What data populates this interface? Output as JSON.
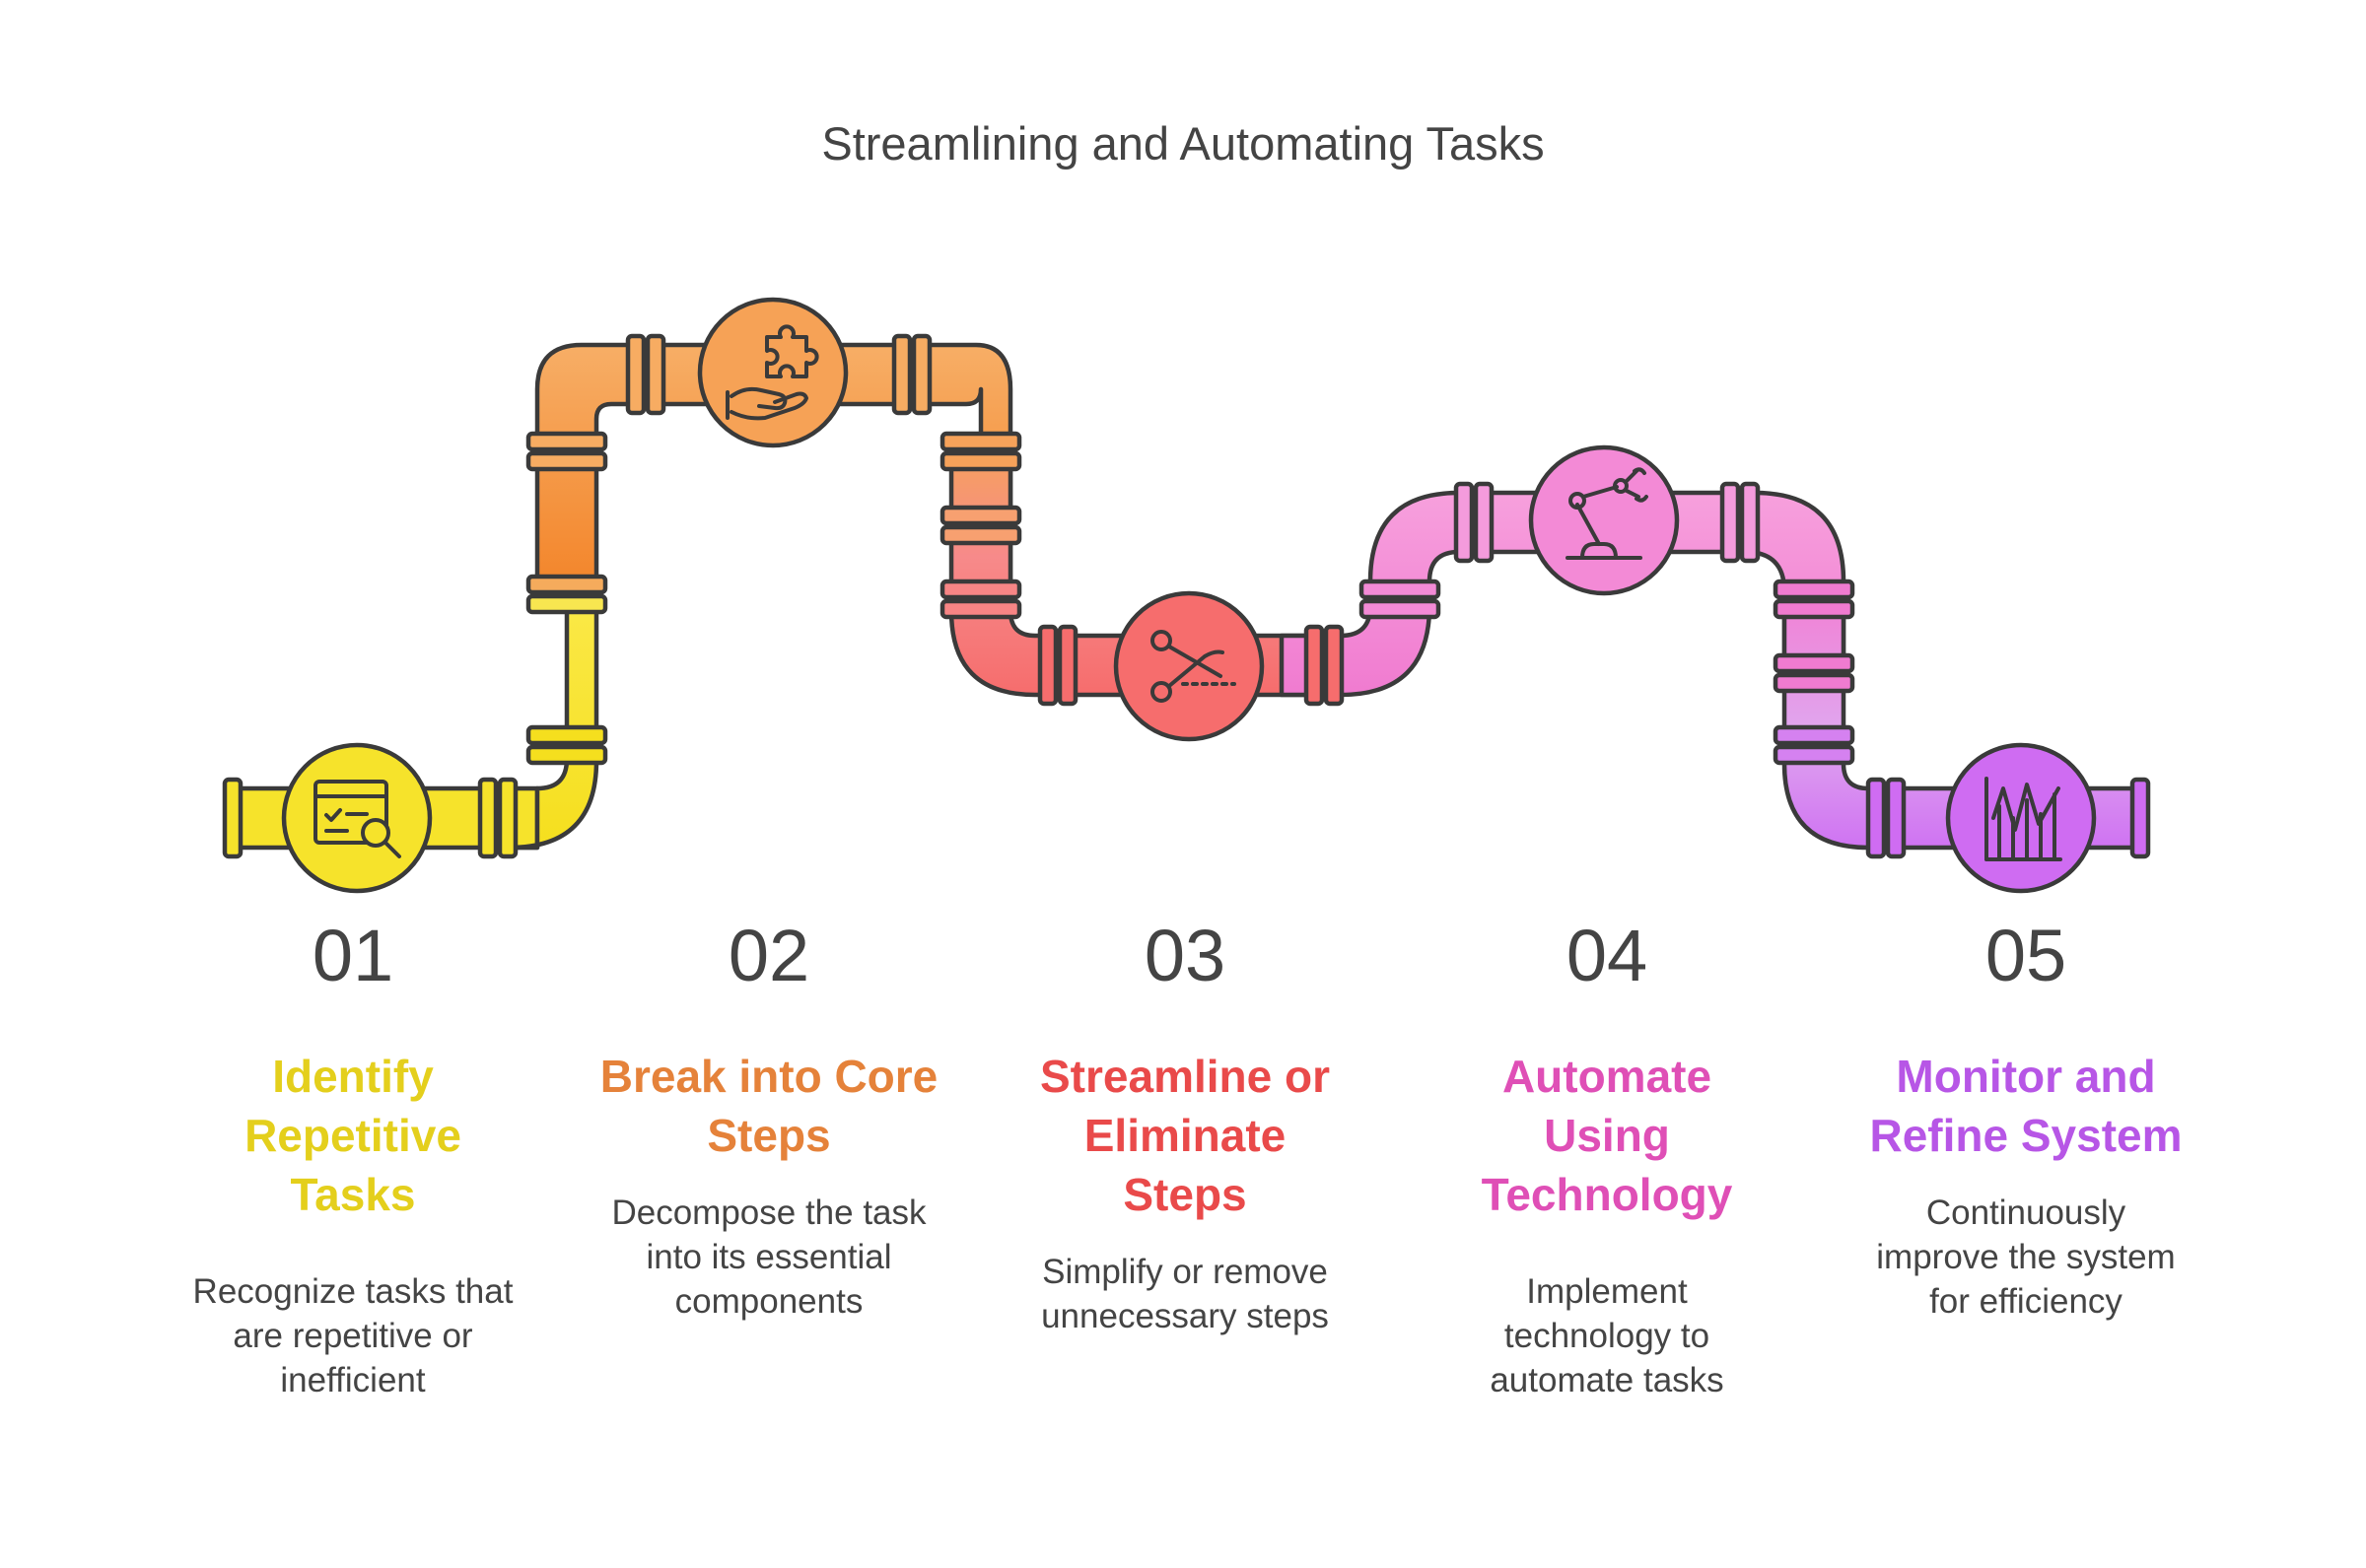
{
  "title": "Streamlining and Automating Tasks",
  "colors": {
    "outline": "#3a3a3a",
    "yellow": "#f7e62b",
    "orange": "#f6a056",
    "red": "#f76f6b",
    "pink": "#f37fd6",
    "purple": "#cf6cf2"
  },
  "steps": [
    {
      "number": "01",
      "heading": [
        "Identify",
        "Repetitive",
        "Tasks"
      ],
      "description": [
        "Recognize tasks that",
        "are repetitive or",
        "inefficient"
      ],
      "color": "#e4cf1c",
      "icon": "checklist-search-icon"
    },
    {
      "number": "02",
      "heading": [
        "Break into Core",
        "Steps"
      ],
      "description": [
        "Decompose the task",
        "into its essential",
        "components"
      ],
      "color": "#e5823a",
      "icon": "puzzle-hand-icon"
    },
    {
      "number": "03",
      "heading": [
        "Streamline or",
        "Eliminate",
        "Steps"
      ],
      "description": [
        "Simplify or remove",
        "unnecessary steps"
      ],
      "color": "#e94a4a",
      "icon": "scissors-icon"
    },
    {
      "number": "04",
      "heading": [
        "Automate",
        "Using",
        "Technology"
      ],
      "description": [
        "Implement",
        "technology to",
        "automate tasks"
      ],
      "color": "#df4fb6",
      "icon": "robot-arm-icon"
    },
    {
      "number": "05",
      "heading": [
        "Monitor and",
        "Refine System"
      ],
      "description": [
        "Continuously",
        "improve the system",
        "for efficiency"
      ],
      "color": "#b756e6",
      "icon": "analytics-chart-icon"
    }
  ]
}
